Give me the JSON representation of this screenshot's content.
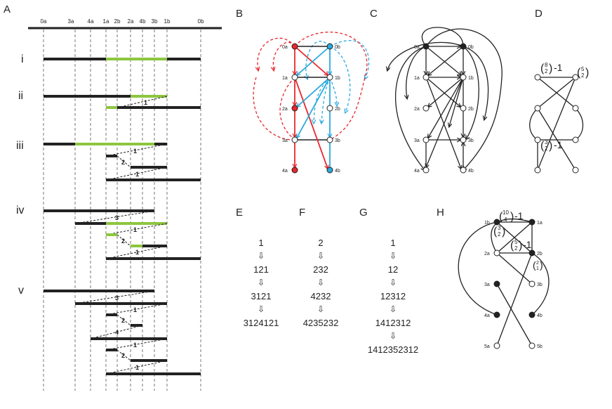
{
  "panels": {
    "a": "A",
    "b": "B",
    "c": "C",
    "d": "D",
    "e": "E",
    "f": "F",
    "g": "G",
    "h": "H"
  },
  "ticks": [
    "0a",
    "3a",
    "4a",
    "1a",
    "2b",
    "2a",
    "4b",
    "3b",
    "1b",
    "0b"
  ],
  "rows": [
    "i",
    "ii",
    "iii",
    "iv",
    "v"
  ],
  "segment_numbers": {
    "ii": [
      "1"
    ],
    "iii": [
      "1",
      "2",
      "1"
    ],
    "iv": [
      "3",
      "1",
      "2",
      "1"
    ],
    "v": [
      "3",
      "1",
      "2",
      "4",
      "1",
      "2",
      "1"
    ]
  },
  "nodes": {
    "n0a": "0a",
    "n0b": "0b",
    "n1a": "1a",
    "n1b": "1b",
    "n2a": "2a",
    "n2b": "2b",
    "n3a": "3a",
    "n3b": "3b",
    "n4a": "4a",
    "n4b": "4b",
    "n5a": "5a",
    "n5b": "5b"
  },
  "sequences": {
    "e": [
      "1",
      "121",
      "3121",
      "3124121"
    ],
    "f": [
      "2",
      "232",
      "4232",
      "4235232"
    ],
    "g": [
      "1",
      "12",
      "12312",
      "1412312",
      "1412352312"
    ]
  },
  "down_arrow": "⇩",
  "binomial_labels": {
    "d_top_left": {
      "top": "8",
      "bottom": "2",
      "suffix": "-1"
    },
    "d_top_right": {
      "top": "5",
      "bottom": "2"
    },
    "d_bottom": {
      "top": "3",
      "bottom": "2",
      "suffix": "-1"
    },
    "h_top": {
      "top": "10",
      "bottom": "4",
      "suffix": "-1"
    },
    "h_left": {
      "top": "3",
      "bottom": "2"
    },
    "h_mid": {
      "top": "5",
      "bottom": "2",
      "suffix": "-1"
    },
    "h_right": {
      "top": "2",
      "bottom": "1"
    }
  },
  "colors": {
    "red": "#e8262b",
    "blue": "#2aa9df",
    "green": "#8dc63f",
    "black": "#222222"
  }
}
